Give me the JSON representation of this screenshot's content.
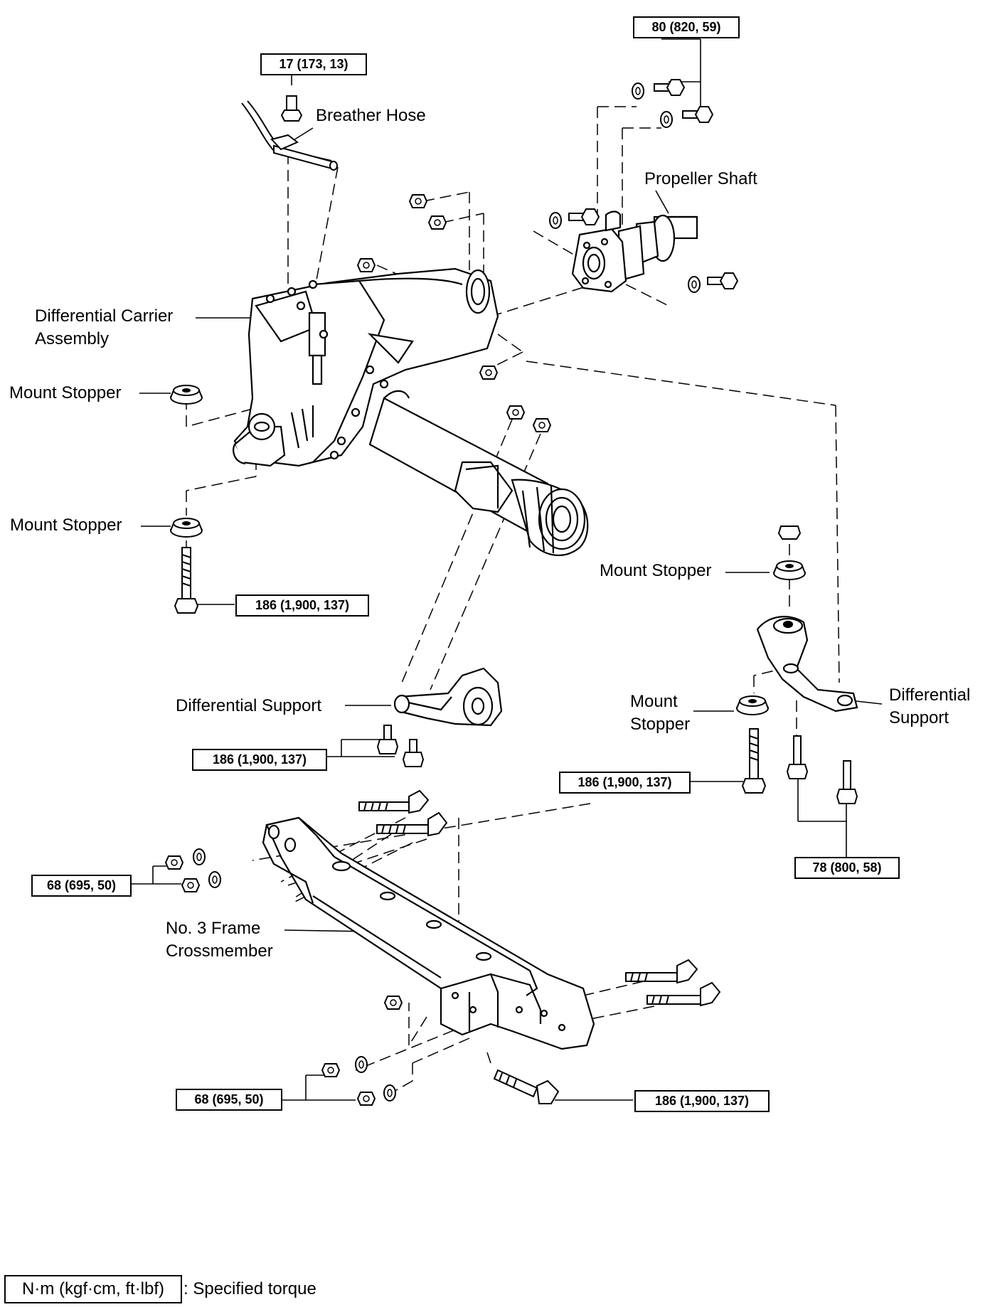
{
  "labels": {
    "breather_hose": "Breather Hose",
    "propeller_shaft": "Propeller Shaft",
    "differential_carrier": [
      "Differential Carrier",
      "Assembly"
    ],
    "mount_stopper_upper": "Mount Stopper",
    "mount_stopper_lower": "Mount Stopper",
    "mount_stopper_right": "Mount Stopper",
    "mount_stopper_right_low": [
      "Mount",
      "Stopper"
    ],
    "differential_support_left": "Differential Support",
    "differential_support_right": [
      "Differential",
      "Support"
    ],
    "crossmember": [
      "No. 3 Frame",
      "Crossmember"
    ]
  },
  "torque_specs": {
    "breather_bolt": "17 (173, 13)",
    "propeller_bolts": "80 (820, 59)",
    "mount_bolt_left": "186 (1,900, 137)",
    "support_bolts_left": "186 (1,900, 137)",
    "mount_bolt_right": "186 (1,900, 137)",
    "support_bolts_right": "78 (800, 58)",
    "crossmember_nuts_upper": "68 (695, 50)",
    "crossmember_nuts_lower": "68 (695, 50)",
    "crossmember_bolt_lower": "186 (1,900, 137)"
  },
  "legend": {
    "unit": "N·m (kgf·cm, ft·lbf)",
    "meaning": ": Specified torque"
  }
}
